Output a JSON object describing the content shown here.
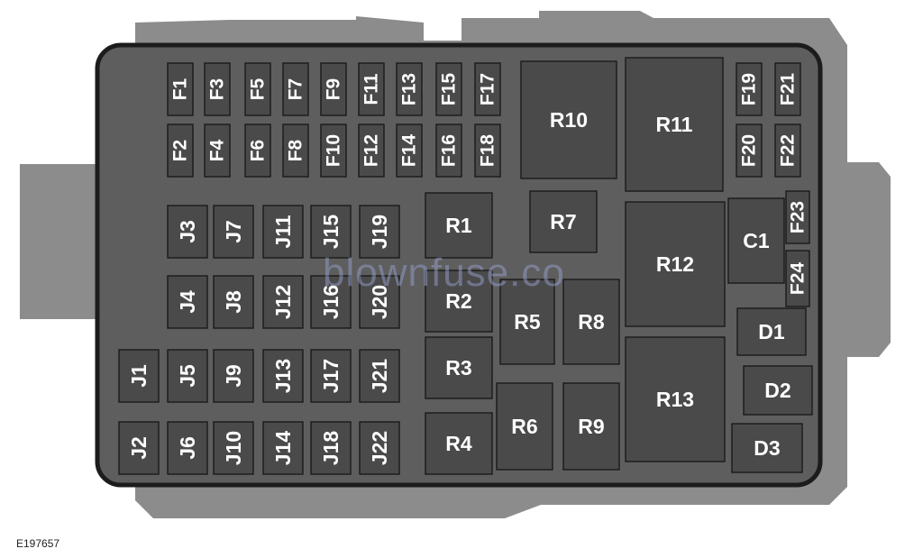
{
  "watermark": "blownfuse.co",
  "figure_code": "E197657",
  "colors": {
    "outer_housing": "#8c8c8c",
    "box_body": "#5e5e5e",
    "box_outline": "#1c1c1c",
    "slot_fill": "#4a4a4a",
    "label": "#ffffff"
  },
  "fuses": [
    "F1",
    "F2",
    "F3",
    "F4",
    "F5",
    "F6",
    "F7",
    "F8",
    "F9",
    "F10",
    "F11",
    "F12",
    "F13",
    "F14",
    "F15",
    "F16",
    "F17",
    "F18",
    "F19",
    "F20",
    "F21",
    "F22",
    "F23",
    "F24"
  ],
  "jcases": [
    "J1",
    "J2",
    "J3",
    "J4",
    "J5",
    "J6",
    "J7",
    "J8",
    "J9",
    "J10",
    "J11",
    "J12",
    "J13",
    "J14",
    "J15",
    "J16",
    "J17",
    "J18",
    "J19",
    "J20",
    "J21",
    "J22"
  ],
  "relays": [
    "R1",
    "R2",
    "R3",
    "R4",
    "R5",
    "R6",
    "R7",
    "R8",
    "R9",
    "R10",
    "R11",
    "R12",
    "R13"
  ],
  "other_components": [
    "C1",
    "D1",
    "D2",
    "D3"
  ]
}
